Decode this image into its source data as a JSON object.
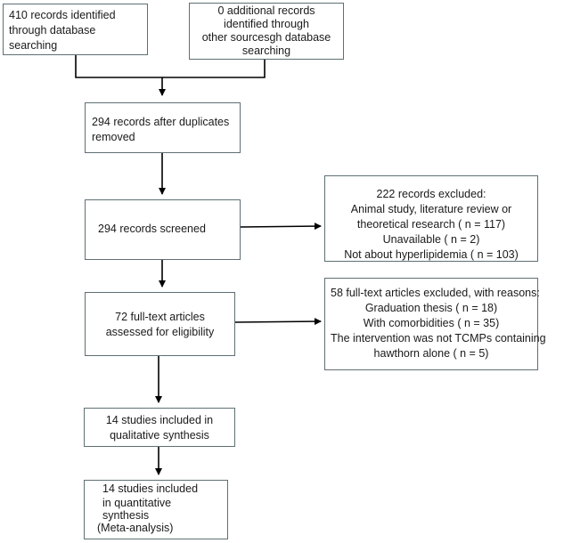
{
  "boxes": {
    "identified_db": [
      "410 records identified",
      "through database",
      "searching"
    ],
    "identified_other": [
      "0 additional records",
      "identified through",
      "other sourcesgh database",
      "searching"
    ],
    "after_duplicates": [
      "294 records after duplicates",
      "removed"
    ],
    "screened": [
      "294 records screened"
    ],
    "excluded_records": [
      "222 records excluded:",
      "Animal study, literature review or",
      "theoretical research ( n = 117)",
      "Unavailable ( n = 2)",
      "Not about hyperlipidemia ( n = 103)"
    ],
    "fulltext_assessed": [
      "72 full-text articles",
      "assessed for eligibility"
    ],
    "fulltext_excluded": [
      "58 full-text articles excluded, with reasons:",
      "Graduation thesis ( n = 18)",
      "With comorbidities ( n = 35)",
      "The intervention was not TCMPs containing",
      "hawthorn alone ( n = 5)"
    ],
    "qualitative": [
      "14 studies included in",
      "qualitative synthesis"
    ],
    "quantitative": [
      "14 studies included",
      "in quantitative",
      "synthesis",
      "(Meta-analysis)"
    ]
  }
}
